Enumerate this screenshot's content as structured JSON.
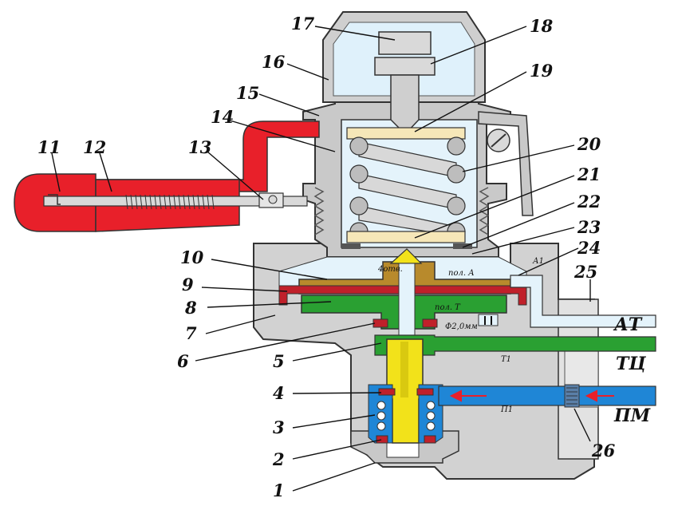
{
  "labels": {
    "n1": "1",
    "n2": "2",
    "n3": "3",
    "n4": "4",
    "n5": "5",
    "n6": "6",
    "n7": "7",
    "n8": "8",
    "n9": "9",
    "n10": "10",
    "n11": "11",
    "n12": "12",
    "n13": "13",
    "n14": "14",
    "n15": "15",
    "n16": "16",
    "n17": "17",
    "n18": "18",
    "n19": "19",
    "n20": "20",
    "n21": "21",
    "n22": "22",
    "n23": "23",
    "n24": "24",
    "n25": "25",
    "n26": "26"
  },
  "ports": {
    "at": "АТ",
    "tc": "ТЦ",
    "pm": "ПМ"
  },
  "annotations": {
    "holes": "4отв.",
    "cavity_a": "пол. А",
    "cavity_t": "пол. Т",
    "orifice": "Ф2,0мм",
    "channel_a1": "А1",
    "channel_t1": "Т1",
    "channel_p1": "П1"
  },
  "colors": {
    "housing": "#d2d2d2",
    "housing_dark": "#a8a8a8",
    "cap_glass": "#dff1fb",
    "handle": "#e8202a",
    "spring_seat": "#f6e7b8",
    "diaphragm_brown": "#b88a2c",
    "seal_red": "#c0202a",
    "piston_green": "#2aa032",
    "valve_yellow": "#f2e21a",
    "supply_blue": "#1f86d6",
    "air_light": "#e4f3fb"
  }
}
